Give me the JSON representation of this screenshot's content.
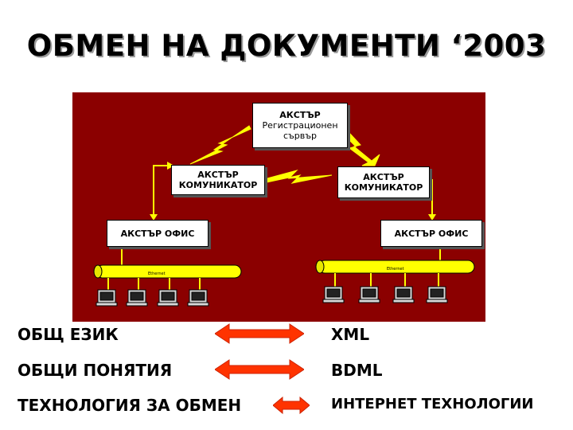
{
  "title": "ОБМЕН НА ДОКУМЕНТИ ‘2003",
  "diagram": {
    "server_label_1": "АКСТЪР",
    "server_label_2": "Регистрационен",
    "server_label_3": "сървър",
    "communicator_left_1": "АКСТЪР",
    "communicator_left_2": "КОМУНИКАТОР",
    "communicator_right_1": "АКСТЪР",
    "communicator_right_2": "КОМУНИКАТОР",
    "office_left": "АКСТЪР ОФИС",
    "office_right": "АКСТЪР ОФИС",
    "bus_left_label": "Ethernet",
    "bus_right_label": "Ethernet",
    "colors": {
      "background": "#8b0000",
      "bolt": "#ffff00",
      "arrow": "#ff3300"
    }
  },
  "comparisons": [
    {
      "left": "ОБЩ ЕЗИК",
      "right": "XML"
    },
    {
      "left": "ОБЩИ ПОНЯТИЯ",
      "right": "BDML"
    },
    {
      "left": "ТЕХНОЛОГИЯ ЗА ОБМЕН",
      "right": "ИНТЕРНЕТ ТЕХНОЛОГИИ"
    }
  ]
}
